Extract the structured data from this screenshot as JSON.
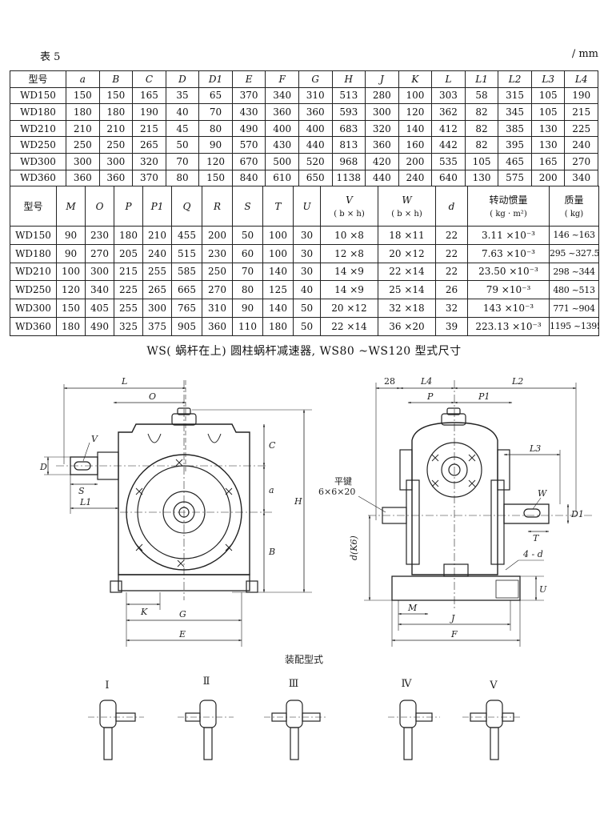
{
  "table_label": "表 5",
  "unit": "/ mm",
  "table1": {
    "headers": [
      "型号",
      "a",
      "B",
      "C",
      "D",
      "D1",
      "E",
      "F",
      "G",
      "H",
      "J",
      "K",
      "L",
      "L1",
      "L2",
      "L3",
      "L4"
    ],
    "rows": [
      [
        "WD150",
        "150",
        "150",
        "165",
        "35",
        "65",
        "370",
        "340",
        "310",
        "513",
        "280",
        "100",
        "303",
        "58",
        "315",
        "105",
        "190"
      ],
      [
        "WD180",
        "180",
        "180",
        "190",
        "40",
        "70",
        "430",
        "360",
        "360",
        "593",
        "300",
        "120",
        "362",
        "82",
        "345",
        "105",
        "215"
      ],
      [
        "WD210",
        "210",
        "210",
        "215",
        "45",
        "80",
        "490",
        "400",
        "400",
        "683",
        "320",
        "140",
        "412",
        "82",
        "385",
        "130",
        "225"
      ],
      [
        "WD250",
        "250",
        "250",
        "265",
        "50",
        "90",
        "570",
        "430",
        "440",
        "813",
        "360",
        "160",
        "442",
        "82",
        "395",
        "130",
        "240"
      ],
      [
        "WD300",
        "300",
        "300",
        "320",
        "70",
        "120",
        "670",
        "500",
        "520",
        "968",
        "420",
        "200",
        "535",
        "105",
        "465",
        "165",
        "270"
      ],
      [
        "WD360",
        "360",
        "360",
        "370",
        "80",
        "150",
        "840",
        "610",
        "650",
        "1138",
        "440",
        "240",
        "640",
        "130",
        "575",
        "200",
        "340"
      ]
    ]
  },
  "table2": {
    "headers": {
      "model": "型号",
      "M": "M",
      "O": "O",
      "P": "P",
      "P1": "P1",
      "Q": "Q",
      "R": "R",
      "S": "S",
      "T": "T",
      "U": "U",
      "V": "V",
      "V_sub": "( b × h)",
      "W": "W",
      "W_sub": "( b × h)",
      "d": "d",
      "inertia": "转动惯量",
      "inertia_unit": "( kg · m²)",
      "mass": "质量",
      "mass_unit": "( kg)"
    },
    "rows": [
      [
        "WD150",
        "90",
        "230",
        "180",
        "210",
        "455",
        "200",
        "50",
        "100",
        "30",
        "10 ×8",
        "18 ×11",
        "22",
        "3.11 ×10⁻³",
        "146 ~163"
      ],
      [
        "WD180",
        "90",
        "270",
        "205",
        "240",
        "515",
        "230",
        "60",
        "100",
        "30",
        "12 ×8",
        "20 ×12",
        "22",
        "7.63 ×10⁻³",
        "295 ~327.5"
      ],
      [
        "WD210",
        "100",
        "300",
        "215",
        "255",
        "585",
        "250",
        "70",
        "140",
        "30",
        "14 ×9",
        "22 ×14",
        "22",
        "23.50 ×10⁻³",
        "298 ~344"
      ],
      [
        "WD250",
        "120",
        "340",
        "225",
        "265",
        "665",
        "270",
        "80",
        "125",
        "40",
        "14 ×9",
        "25 ×14",
        "26",
        "79 ×10⁻³",
        "480 ~513"
      ],
      [
        "WD300",
        "150",
        "405",
        "255",
        "300",
        "765",
        "310",
        "90",
        "140",
        "50",
        "20 ×12",
        "32 ×18",
        "32",
        "143 ×10⁻³",
        "771 ~904"
      ],
      [
        "WD360",
        "180",
        "490",
        "325",
        "375",
        "905",
        "360",
        "110",
        "180",
        "50",
        "22 ×14",
        "36 ×20",
        "39",
        "223.13 ×10⁻³",
        "1195 ~1395"
      ]
    ]
  },
  "section_title": "WS( 蜗杆在上) 圆柱蜗杆减速器, WS80 ~WS120 型式尺寸",
  "front_labels": {
    "L": "L",
    "O": "O",
    "V": "V",
    "D": "D",
    "S": "S",
    "L1": "L1",
    "C": "C",
    "a": "a",
    "H": "H",
    "B": "B",
    "K": "K",
    "G": "G",
    "E": "E"
  },
  "side_labels": {
    "n28": "28",
    "L4": "L4",
    "L2": "L2",
    "P": "P",
    "P1": "P1",
    "L3": "L3",
    "key_title": "平键",
    "key_size": "6×6×20",
    "W": "W",
    "D1": "D1",
    "T": "T",
    "dK6": "d(K6)",
    "n4d": "4 - d",
    "U": "U",
    "M": "M",
    "J": "J",
    "F": "F"
  },
  "assembly_title": "装配型式",
  "assembly_types": [
    "Ⅰ",
    "Ⅱ",
    "Ⅲ",
    "Ⅳ",
    "Ⅴ"
  ]
}
